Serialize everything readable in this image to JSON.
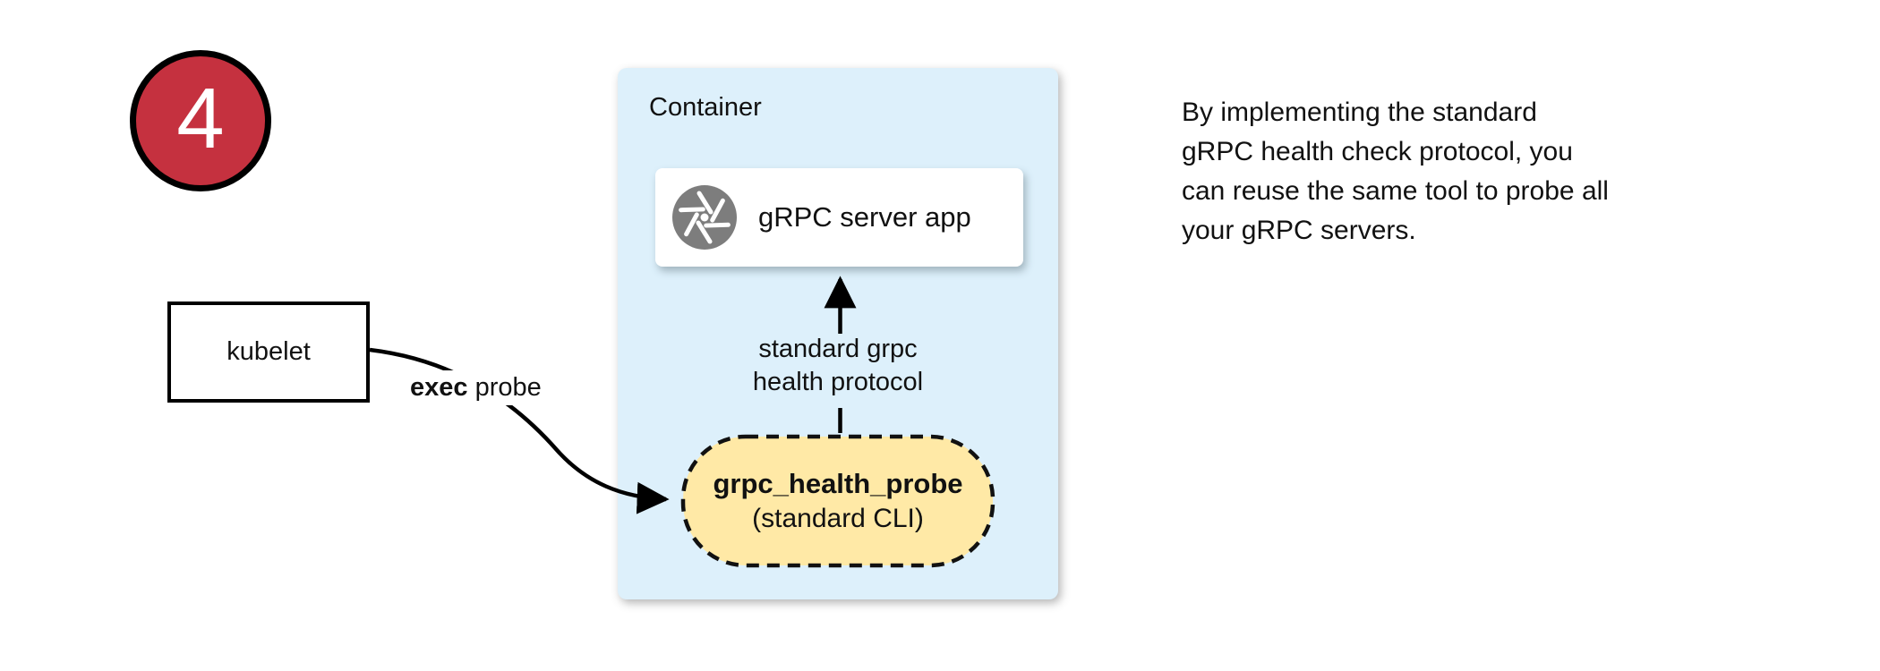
{
  "step_badge": {
    "number": "4",
    "fill_color": "#c5313f",
    "border_color": "#000000",
    "text_color": "#ffffff"
  },
  "kubelet": {
    "label": "kubelet"
  },
  "exec_probe": {
    "bold": "exec",
    "rest": " probe"
  },
  "container": {
    "label": "Container",
    "fill_color": "#ddf0fb"
  },
  "grpc_server": {
    "label": "gRPC server app",
    "icon": "aperture-icon",
    "icon_color": "#7d7d7d"
  },
  "protocol_label": {
    "lines": [
      "standard grpc",
      "health protocol"
    ]
  },
  "probe_pill": {
    "title": "grpc_health_probe",
    "subtitle": "(standard CLI)",
    "fill_color": "#ffe9a6",
    "border_color": "#111111"
  },
  "note": {
    "lines": [
      "By implementing the standard",
      "gRPC health check protocol, you",
      "can reuse the same tool to probe all",
      "your gRPC servers."
    ]
  }
}
